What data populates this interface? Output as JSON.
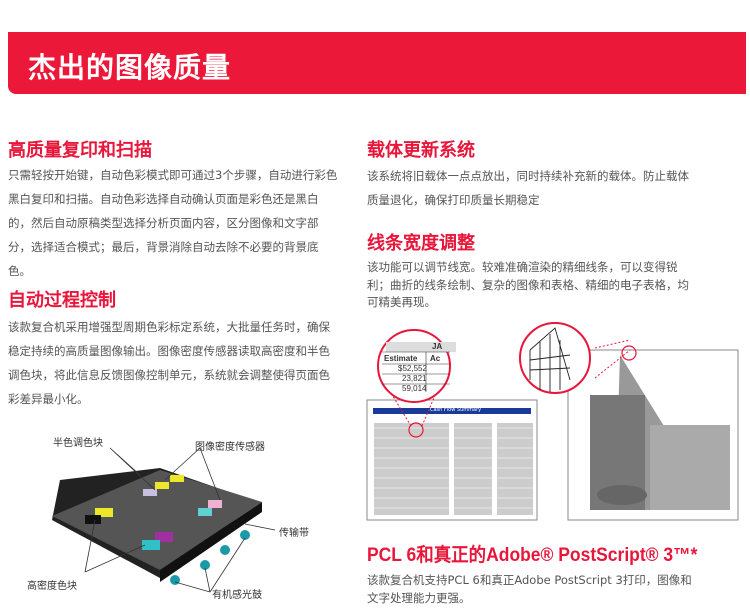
{
  "banner": {
    "title": "杰出的图像质量"
  },
  "left": {
    "s1": {
      "title": "高质量复印和扫描",
      "body": "只需轻按开始键，自动色彩模式即可通过3个步骤，自动进行彩色黑白复印和扫描。自动色彩选择自动确认页面是彩色还是黑白的，然后自动原稿类型选择分析页面内容，区分图像和文字部分，选择适合模式；最后，背景消除自动去除不必要的背景底色。"
    },
    "s2": {
      "title": "自动过程控制",
      "body": "该款复合机采用增强型周期色彩标定系统，大批量任务时，确保稳定持续的高质量图像输出。图像密度传感器读取高密度和半色调色块，将此信息反馈图像控制单元，系统就会调整使得页面色彩差异最小化。"
    },
    "diagram": {
      "labels": [
        "半色调色块",
        "图像密度传感器",
        "传输带",
        "高密度色块",
        "有机感光鼓"
      ]
    }
  },
  "right": {
    "s1": {
      "title": "载体更新系统",
      "body": "该系统将旧载体一点点放出，同时持续补充新的载体。防止载体质量退化，确保打印质量长期稳定"
    },
    "s2": {
      "title": "线条宽度调整",
      "body": "该功能可以调节线宽。较难准确渲染的精细线条，可以变得锐利；曲折的线条绘制、复杂的图像和表格、精细的电子表格，均可精美再现。"
    },
    "zoom_table": {
      "header": "JA",
      "col1": "Estimate",
      "col2": "Ac",
      "values": [
        "$52,552",
        "23,821",
        "59,014"
      ]
    },
    "sheet_title": "Cash Flow Summary",
    "s3": {
      "title": "PCL 6和真正的Adobe® PostScript® 3™*",
      "body": "该款复合机支持PCL 6和真正Adobe PostScript 3打印，图像和文字处理能力更强。"
    }
  },
  "colors": {
    "accent": "#ec1839"
  }
}
